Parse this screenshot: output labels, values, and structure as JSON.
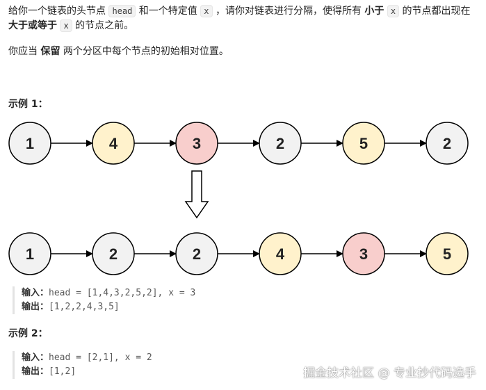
{
  "description": {
    "p1": {
      "t1": "给你一个链表的头节点 ",
      "code_head": "head",
      "t2": " 和一个特定值 ",
      "code_x1": "x",
      "t3": " ，请你对链表进行分隔，使得所有 ",
      "bold_less": "小于",
      "t4": " ",
      "code_x2": "x",
      "t5": " 的节点都出现在 ",
      "bold_ge": "大于或等于",
      "t6": " ",
      "code_x3": "x",
      "t7": " 的节点之前。"
    },
    "p2": {
      "t1": "你应当 ",
      "bold_keep": "保留",
      "t2": " 两个分区中每个节点的初始相对位置。"
    }
  },
  "example1": {
    "title": "示例 1：",
    "input_label": "输入：",
    "input_value": "head = [1,4,3,2,5,2], x = 3",
    "output_label": "输出：",
    "output_value": "[1,2,2,4,3,5]"
  },
  "example2": {
    "title": "示例 2：",
    "input_label": "输入：",
    "input_value": "head = [2,1], x = 2",
    "output_label": "输出：",
    "output_value": "[1,2]"
  },
  "diagram": {
    "before": [
      {
        "value": "1",
        "color": "#f2f2f2"
      },
      {
        "value": "4",
        "color": "#fff2cc"
      },
      {
        "value": "3",
        "color": "#f8cecc"
      },
      {
        "value": "2",
        "color": "#f2f2f2"
      },
      {
        "value": "5",
        "color": "#fff2cc"
      },
      {
        "value": "2",
        "color": "#f2f2f2"
      }
    ],
    "after": [
      {
        "value": "1",
        "color": "#f2f2f2"
      },
      {
        "value": "2",
        "color": "#f2f2f2"
      },
      {
        "value": "2",
        "color": "#f2f2f2"
      },
      {
        "value": "4",
        "color": "#fff2cc"
      },
      {
        "value": "3",
        "color": "#f8cecc"
      },
      {
        "value": "5",
        "color": "#fff2cc"
      }
    ],
    "stroke_color": "#000000"
  },
  "watermark": "掘金技术社区 @ 专业抄代码选手"
}
